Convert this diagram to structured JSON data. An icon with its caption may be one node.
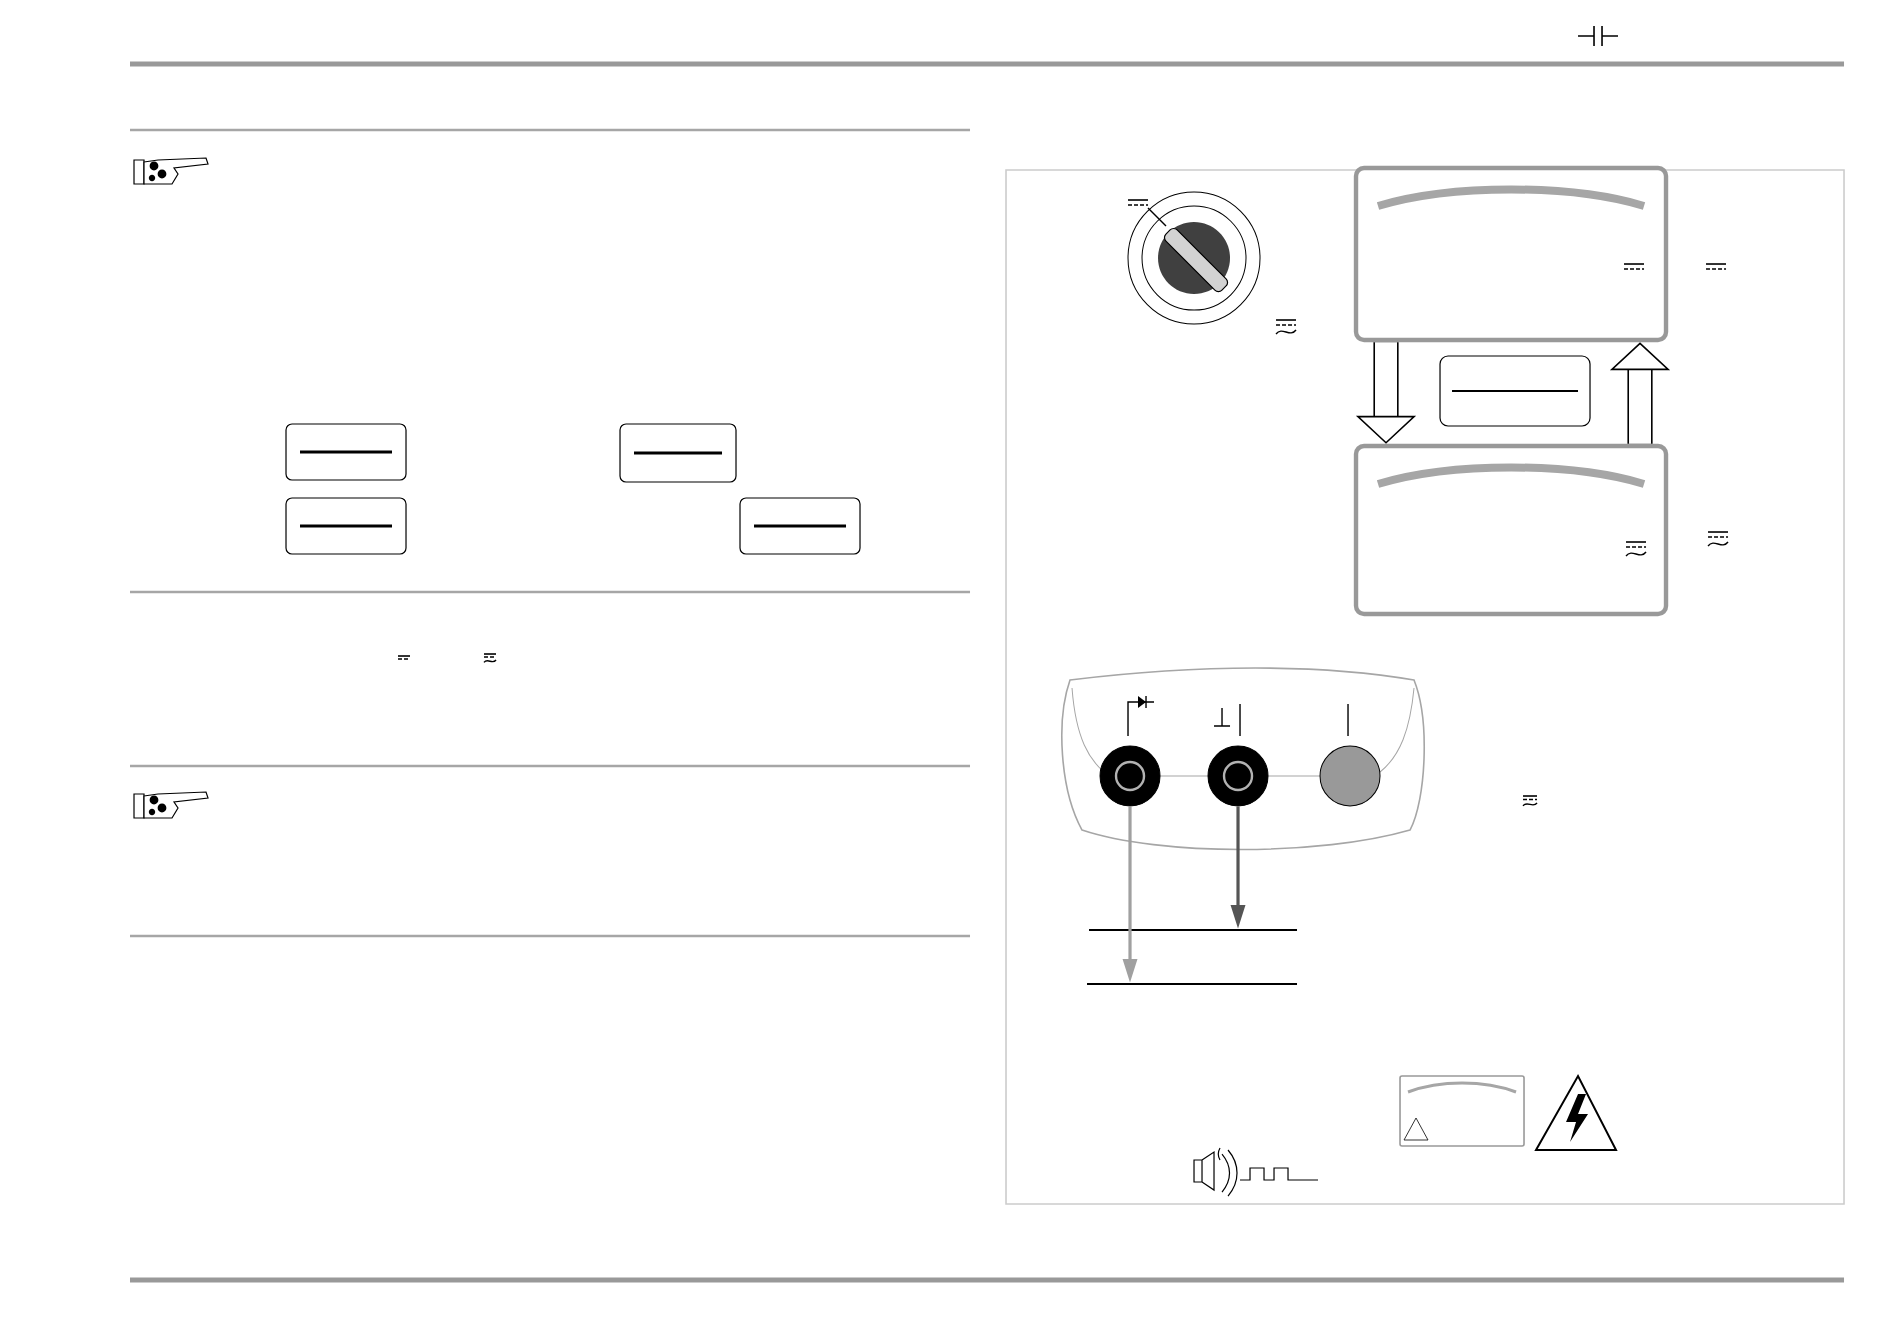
{
  "diagram": {
    "nodes": [
      {
        "text": [],
        "shape": "box"
      },
      {
        "text": [],
        "shape": "box"
      },
      {
        "text": [],
        "shape": "box"
      },
      {
        "text": [],
        "shape": "circle"
      },
      {
        "text": [],
        "shape": "circle"
      },
      {
        "text": [],
        "shape": "bar"
      },
      {
        "text": [],
        "shape": "bar"
      }
    ],
    "edges": [
      {
        "from": 0,
        "to": 2,
        "arrow": "to",
        "style": "thick"
      },
      {
        "from": 2,
        "to": 0,
        "arrow": "to",
        "style": "thick"
      },
      {
        "from": 3,
        "to": 6,
        "arrow": "to",
        "color": "#a0a0a0"
      },
      {
        "from": 4,
        "to": 5,
        "arrow": "to",
        "color": "#555555"
      }
    ]
  }
}
